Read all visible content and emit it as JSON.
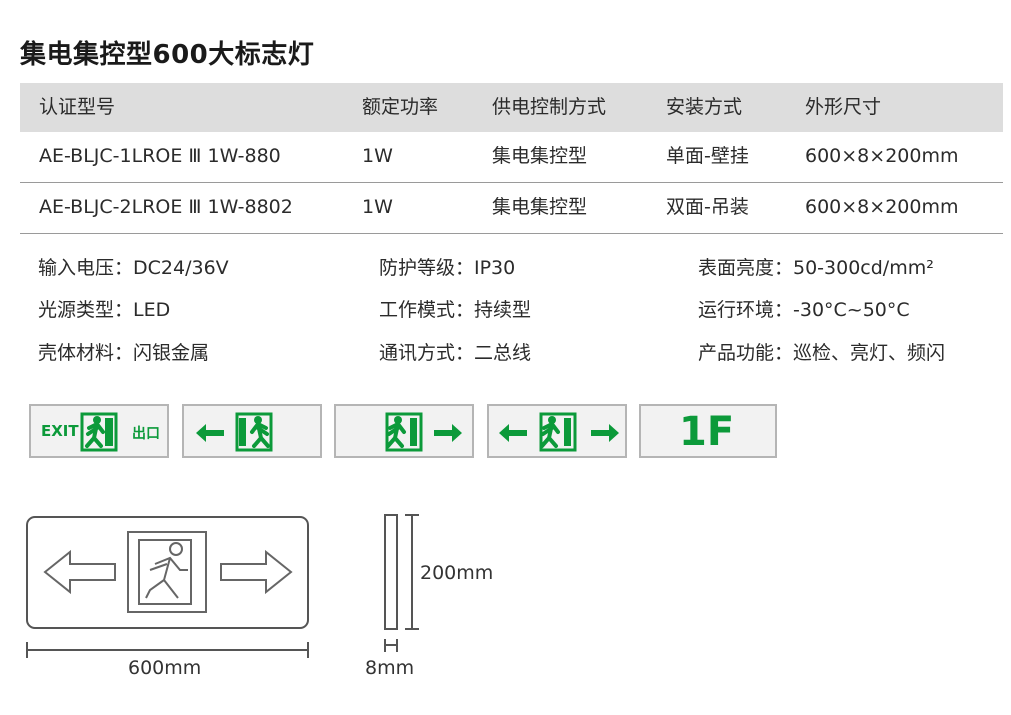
{
  "title": "集电集控型600大标志灯",
  "table": {
    "headers": [
      "认证型号",
      "额定功率",
      "供电控制方式",
      "安装方式",
      "外形尺寸"
    ],
    "rows": [
      [
        "AE-BLJC-1LROE Ⅲ 1W-880",
        "1W",
        "集电集控型",
        "单面-壁挂",
        "600×8×200mm"
      ],
      [
        "AE-BLJC-2LROE Ⅲ 1W-8802",
        "1W",
        "集电集控型",
        "双面-吊装",
        "600×8×200mm"
      ]
    ]
  },
  "specs": [
    [
      "输入电压：DC24/36V",
      "防护等级：IP30",
      "表面亮度：50-300cd/mm²"
    ],
    [
      "光源类型：LED",
      "工作模式：持续型",
      "运行环境：-30°C~50°C"
    ],
    [
      "壳体材料：闪银金属",
      "通讯方式：二总线",
      "产品功能：巡检、亮灯、频闪"
    ]
  ],
  "signs": {
    "exit_label": "EXIT",
    "exit_cn": "出口",
    "floor_label": "1F",
    "accent": "#0c9a3a",
    "icons": [
      "running-man-icon",
      "arrow-left-icon",
      "arrow-right-icon"
    ]
  },
  "drawing": {
    "width_label": "600mm",
    "height_label": "200mm",
    "depth_label": "8mm"
  }
}
